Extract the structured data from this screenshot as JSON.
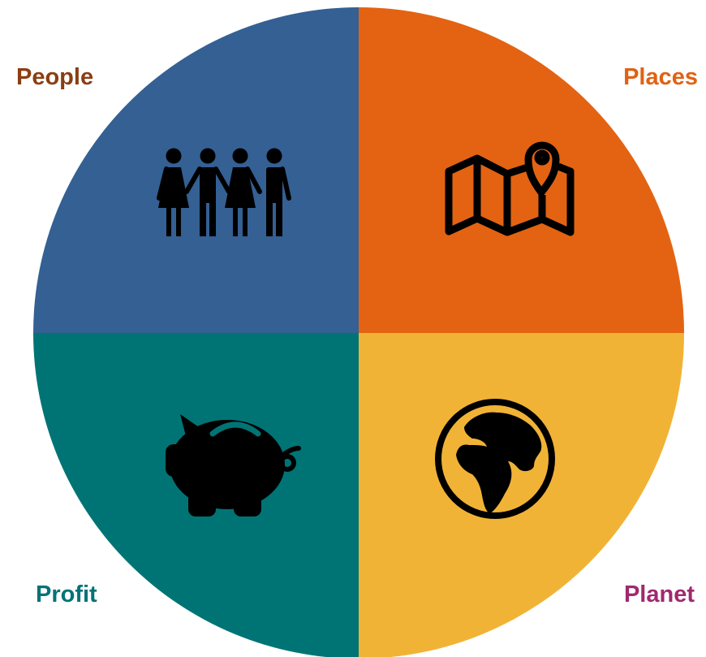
{
  "quadrants": [
    {
      "key": "people",
      "label": "People",
      "label_color": "#8B3E12",
      "fill": "#346093",
      "icon": "people-group-icon"
    },
    {
      "key": "places",
      "label": "Places",
      "label_color": "#E06212",
      "fill": "#E36312",
      "icon": "map-pin-icon"
    },
    {
      "key": "profit",
      "label": "Profit",
      "label_color": "#007475",
      "fill": "#007475",
      "icon": "piggy-bank-icon"
    },
    {
      "key": "planet",
      "label": "Planet",
      "label_color": "#A0296E",
      "fill": "#F1B336",
      "icon": "globe-icon"
    }
  ]
}
